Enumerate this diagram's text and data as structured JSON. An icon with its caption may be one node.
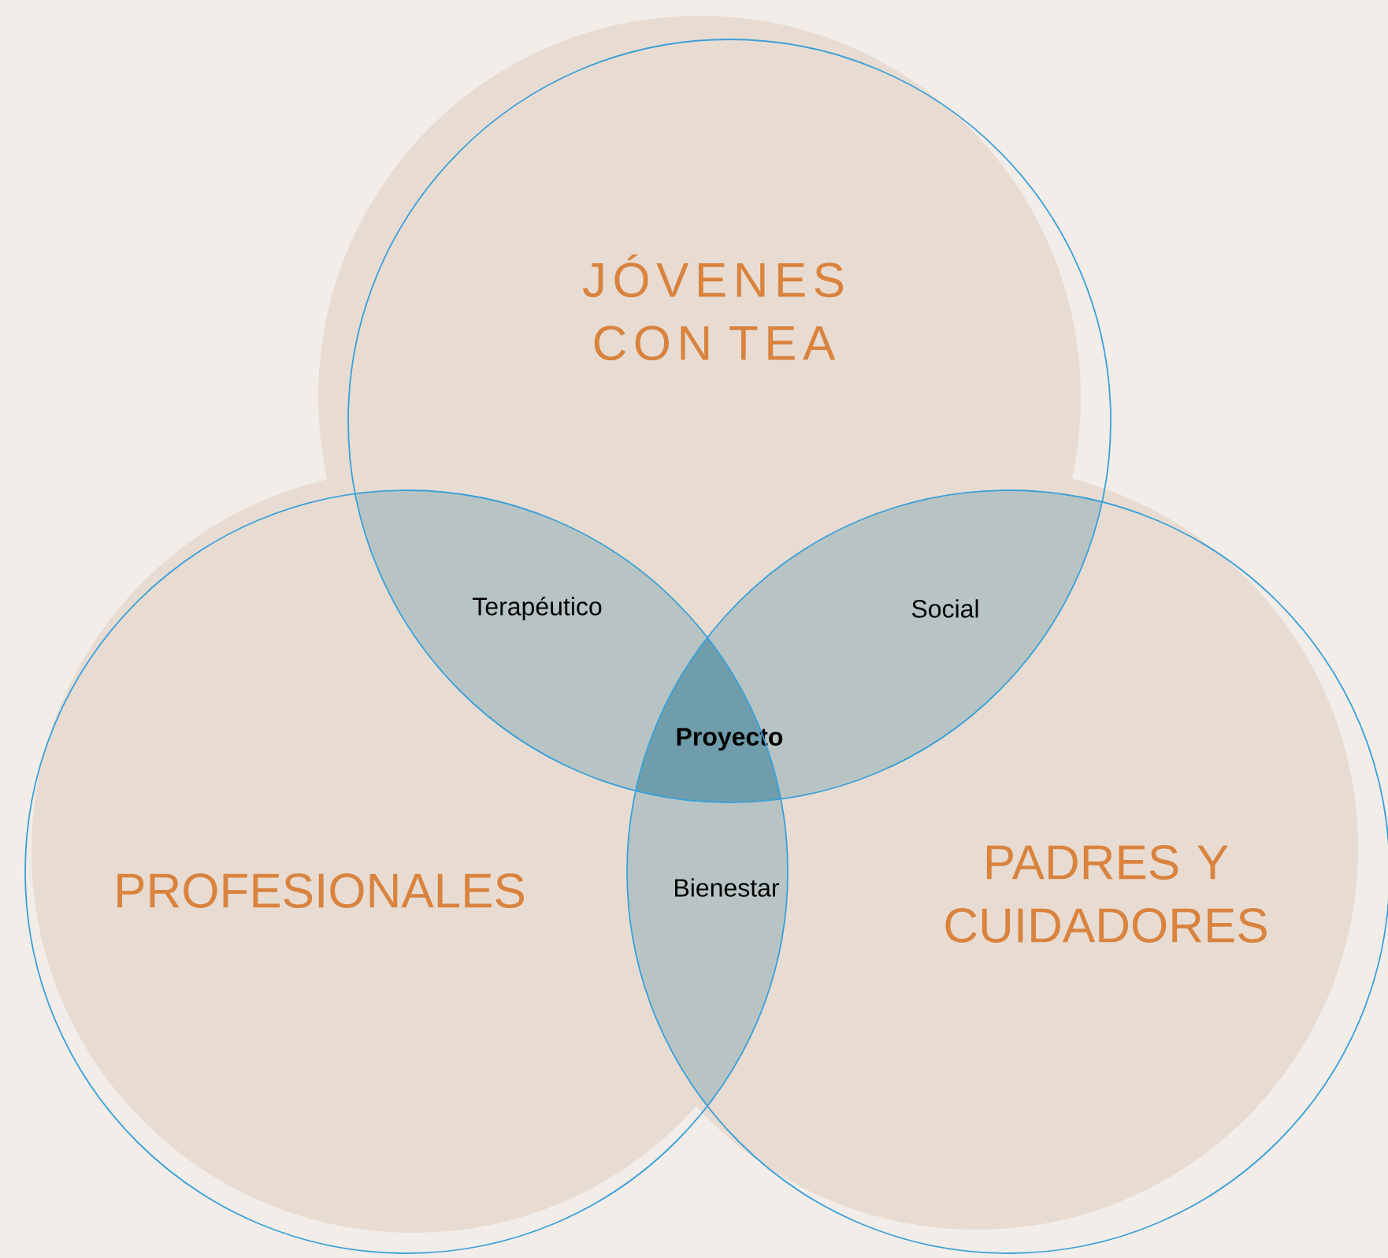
{
  "diagram": {
    "nodes": [
      {
        "text": [
          "JÓVENES CON TEA"
        ]
      },
      {
        "text": [
          "Terapéutico"
        ]
      },
      {
        "text": [
          "Social"
        ]
      },
      {
        "text": [
          "Proyecto"
        ]
      },
      {
        "text": [
          "PROFESIONALES"
        ]
      },
      {
        "text": [
          "Bienestar"
        ]
      },
      {
        "text": [
          "PADRES Y CUIDADORES"
        ]
      }
    ]
  }
}
